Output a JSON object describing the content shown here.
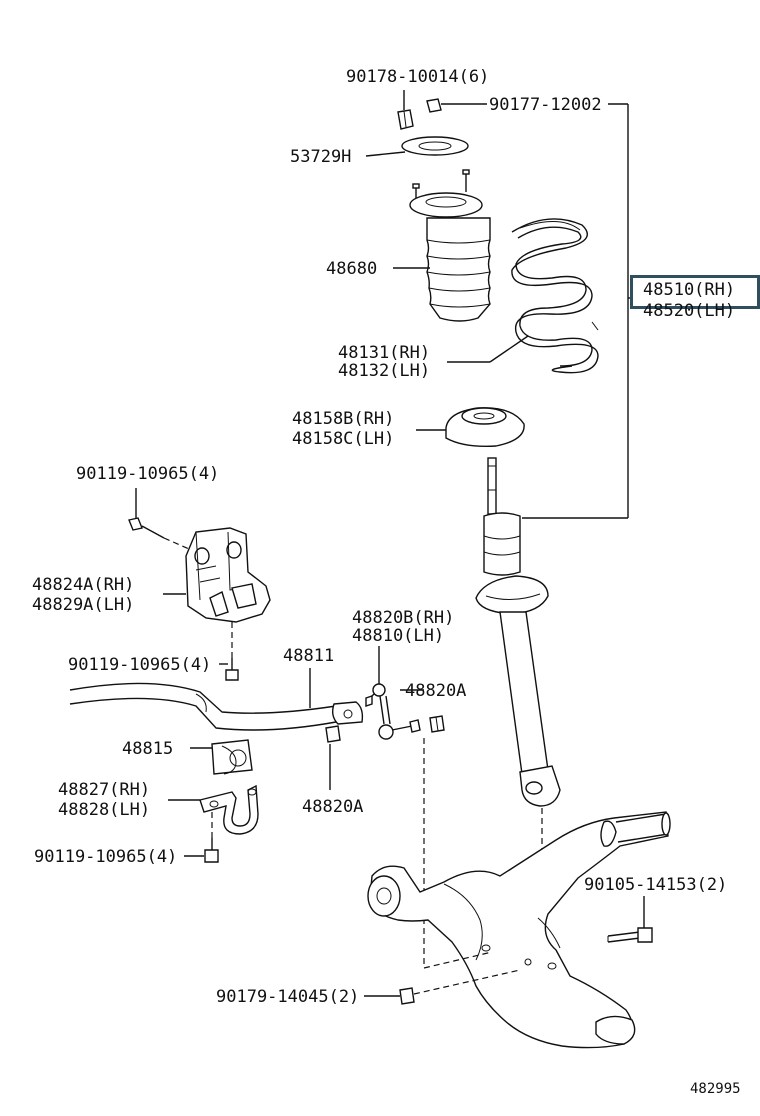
{
  "diagram_id": "482995",
  "labels": {
    "l_90178": "90178-10014(6)",
    "l_90177": "90177-12002",
    "l_53729": "53729H",
    "l_48680": "48680",
    "l_48510": "48510(RH)",
    "l_48520": "48520(LH)",
    "l_48131": "48131(RH)",
    "l_48132": "48132(LH)",
    "l_48158b": "48158B(RH)",
    "l_48158c": "48158C(LH)",
    "l_90119a": "90119-10965(4)",
    "l_48824a": "48824A(RH)",
    "l_48829a": "48829A(LH)",
    "l_90119b": "90119-10965(4)",
    "l_48811": "48811",
    "l_48820b": "48820B(RH)",
    "l_48810": "48810(LH)",
    "l_48820a_top": "48820A",
    "l_48815": "48815",
    "l_48827": "48827(RH)",
    "l_48828": "48828(LH)",
    "l_48820a_bot": "48820A",
    "l_90119c": "90119-10965(4)",
    "l_90105": "90105-14153(2)",
    "l_90179": "90179-14045(2)"
  }
}
